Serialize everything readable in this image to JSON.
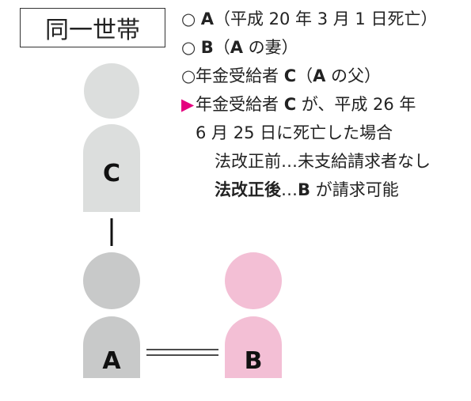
{
  "household_label": "同一世帯",
  "persons": {
    "c": {
      "letter": "C",
      "fill": "#dcdedd"
    },
    "a": {
      "letter": "A",
      "fill": "#c8c9c9"
    },
    "b": {
      "letter": "B",
      "fill": "#f3bfd5"
    }
  },
  "colors": {
    "accent": "#e5007f",
    "line": "#111111"
  },
  "notes": {
    "line1": {
      "bullet": "○",
      "name": "A",
      "rest": "（平成 20 年 3 月 1 日死亡）"
    },
    "line2": {
      "bullet": "○",
      "name": "B",
      "open": "（",
      "ref": "A",
      "rest": " の妻）"
    },
    "line3": {
      "bullet": "○",
      "pre": "年金受給者 ",
      "name": "C",
      "open": "（",
      "ref": "A",
      "rest": " の父）"
    },
    "line4": {
      "bullet": "▶",
      "pre": "年金受給者 ",
      "name": "C",
      "rest": " が、平成 26 年"
    },
    "line5": {
      "text": "6 月 25 日に死亡した場合"
    },
    "line6": {
      "text": "法改正前…未支給請求者なし"
    },
    "line7": {
      "bold": "法改正後",
      "mid": "…",
      "name": "B",
      "rest": " が請求可能"
    }
  }
}
